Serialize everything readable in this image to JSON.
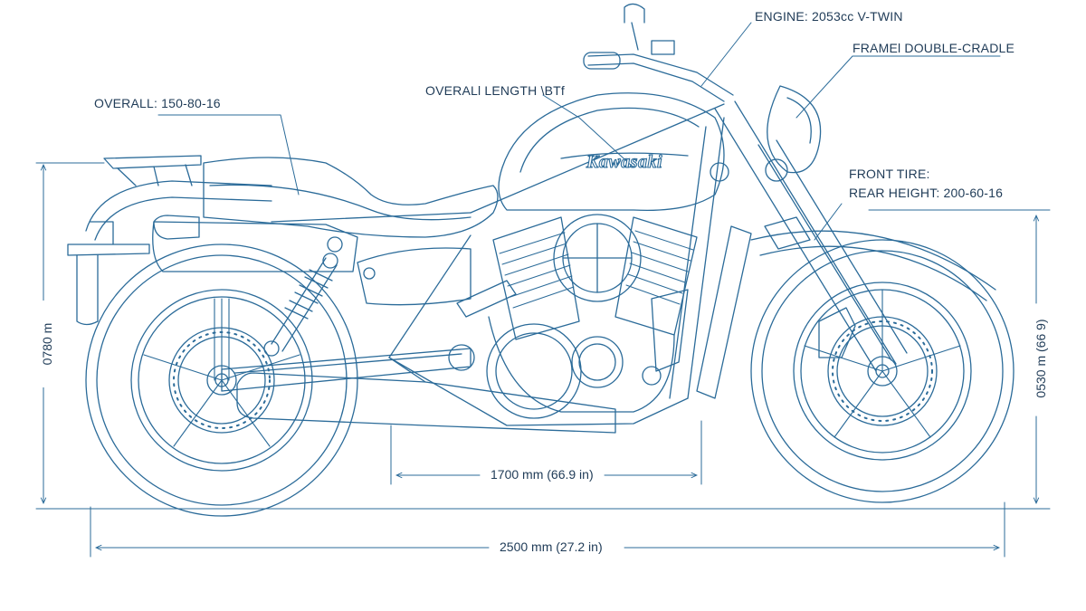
{
  "brand": "Kawasaki",
  "callouts": {
    "engine": "ENGINE: 2053cc V-TWIN",
    "frame": "FRAMEl DOUBLE-CRADLE",
    "overall_tire": "OVERALL: 150-80-16",
    "overall_length": "OVERALl LENGTH \\BTf",
    "front_tire": "FRONT TIRE:",
    "rear_height": "REAR HEIGHT: 200-60-16"
  },
  "dimensions": {
    "wheelbase": "1700 mm (66.9 in)",
    "overall_length": "2500 mm (27.2 in)",
    "left_height": "0780 m",
    "right_height": "0530 m (66 9)"
  },
  "colors": {
    "line": "#2b6b99",
    "text": "#1f3b57",
    "background": "#ffffff"
  }
}
